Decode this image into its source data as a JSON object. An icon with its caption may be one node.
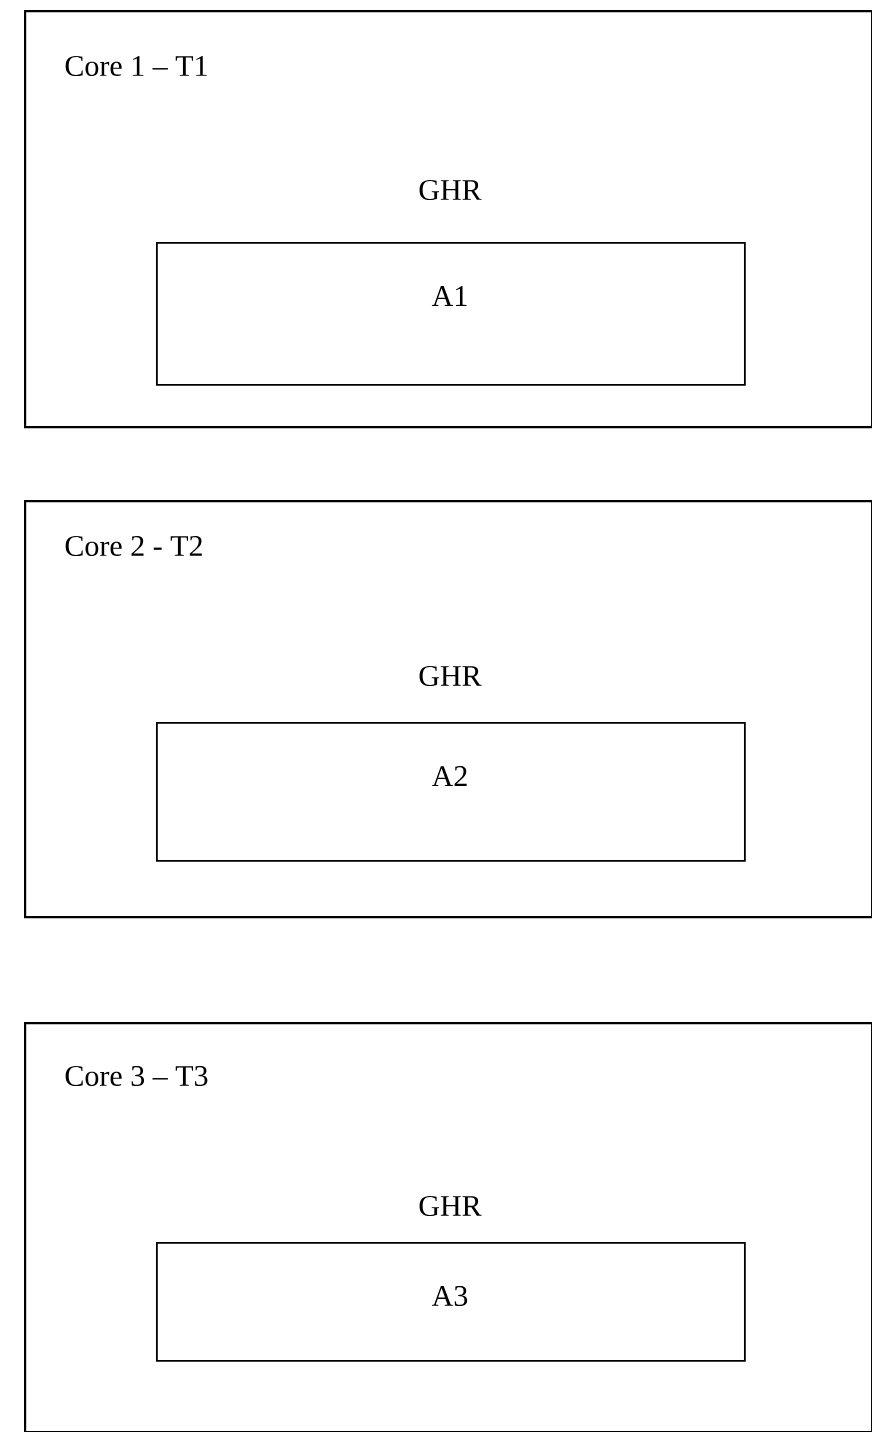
{
  "diagram": {
    "nodes": [
      {
        "text": [
          "Core 1 – T1",
          "GHR"
        ]
      },
      {
        "text": [
          "A1"
        ],
        "in": 0
      },
      {
        "text": [
          "Core 2 - T2",
          "GHR"
        ]
      },
      {
        "text": [
          "A2"
        ],
        "in": 2
      },
      {
        "text": [
          "Core 3 – T3",
          "GHR"
        ]
      },
      {
        "text": [
          "A3"
        ],
        "in": 4
      }
    ]
  }
}
